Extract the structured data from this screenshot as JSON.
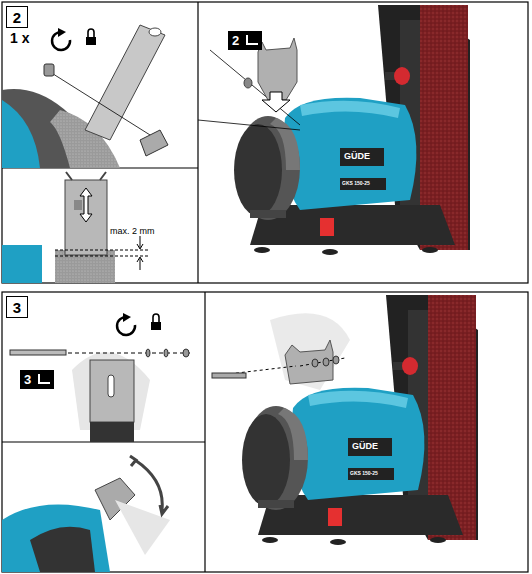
{
  "diagram": {
    "nodes": [
      {
        "text": [
          "2"
        ]
      },
      {
        "text": [
          "2"
        ]
      },
      {
        "text": [
          "3"
        ]
      },
      {
        "text": [
          "3"
        ]
      }
    ],
    "labels": [
      "1 x",
      "max. 2 mm",
      "GÜDE",
      "GKS 150-25",
      "GÜDE",
      "GKS 150-25"
    ]
  }
}
